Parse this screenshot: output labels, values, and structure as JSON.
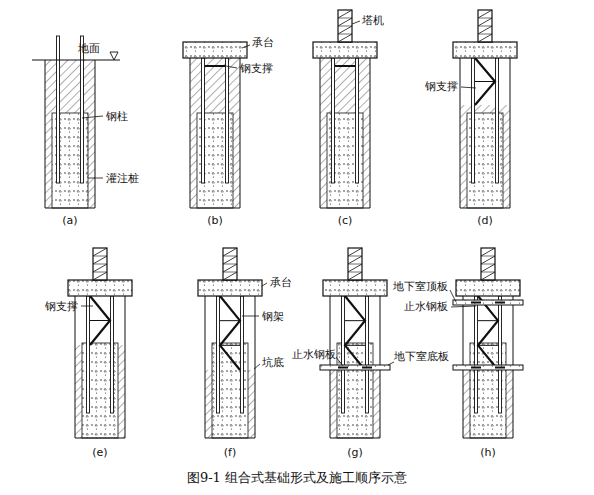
{
  "diagram": {
    "caption": "图9-1 组合式基础形式及施工顺序示意",
    "labels": [
      "地面",
      "钢柱",
      "灌注桩",
      "(a)",
      "承台",
      "钢支撑",
      "(b)",
      "塔机",
      "(c)",
      "钢支撑",
      "(d)",
      "钢支撑",
      "(e)",
      "承台",
      "钢架",
      "坑底",
      "(f)",
      "止水钢板",
      "地下室底板",
      "(g)",
      "地下室顶板",
      "止水钢板",
      "(h)"
    ]
  }
}
